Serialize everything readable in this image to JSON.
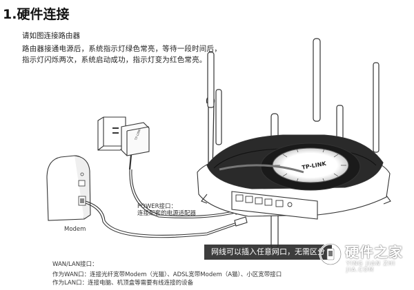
{
  "section_title": "1.硬件连接",
  "subheading": "请如图连接路由器",
  "instructions": [
    "路由器接通电源后，系统指示灯绿色常亮，等待一段时间后，",
    "指示灯闪烁两次，系统启动成功，指示灯变为红色常亮。"
  ],
  "modem_label": "Modem",
  "power_label": [
    "POWER接口：",
    "连接配套的电源适配器"
  ],
  "wanlan": {
    "title": "WAN/LAN接口：",
    "wan": "作为WAN口：连接光纤宽带Modem（光猫）、ADSL宽带Modem（A猫）、小区宽带接口",
    "lan": "作为LAN口：连接电脑、机顶盒等需要有线连接的设备"
  },
  "adapter_mark": "TP-LINK",
  "router_mark": "TP-LINK",
  "tooltip": "网线可以插入任意网口，无需区分",
  "watermark": {
    "cn": "硬件之家",
    "en": "YING JIAN ZHI JIA.COM"
  },
  "colors": {
    "line": "#333333",
    "tooltip_bg": "#2d2d2d"
  }
}
